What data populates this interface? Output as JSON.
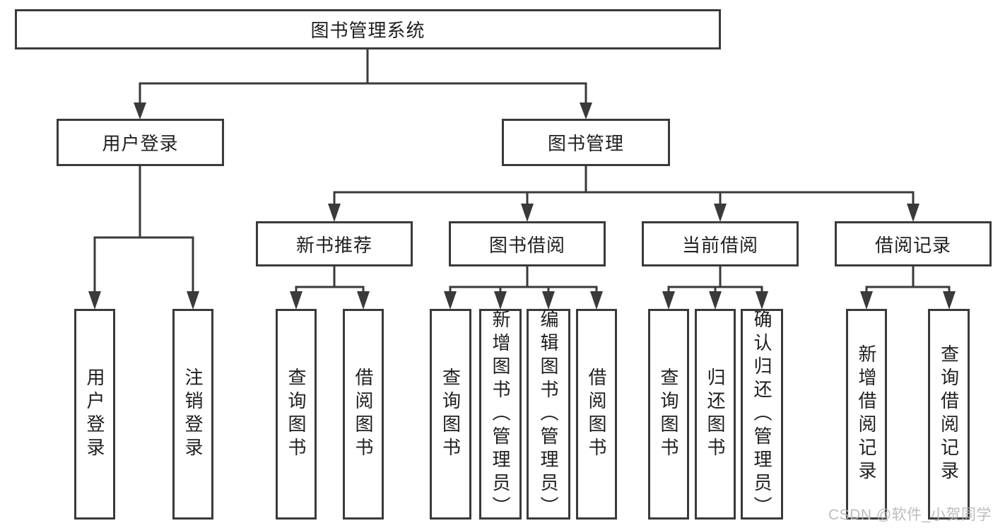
{
  "diagram": {
    "colors": {
      "line": "#3a3a3a",
      "box_border": "#3a3a3a",
      "text": "#1f1f1f",
      "background": "#ffffff",
      "watermark": "#b6b6b6"
    },
    "watermark": "CSDN @软件_小贺同学"
  },
  "tree": {
    "root": {
      "label": "图书管理系统",
      "children": [
        {
          "label": "用户登录",
          "children": [
            {
              "label": "用户登录"
            },
            {
              "label": "注销登录"
            }
          ]
        },
        {
          "label": "图书管理",
          "children": [
            {
              "label": "新书推荐",
              "children": [
                {
                  "label": "查询图书"
                },
                {
                  "label": "借阅图书"
                }
              ]
            },
            {
              "label": "图书借阅",
              "children": [
                {
                  "label": "查询图书"
                },
                {
                  "label": "新增图书（管理员）"
                },
                {
                  "label": "编辑图书（管理员）"
                },
                {
                  "label": "借阅图书"
                }
              ]
            },
            {
              "label": "当前借阅",
              "children": [
                {
                  "label": "查询图书"
                },
                {
                  "label": "归还图书"
                },
                {
                  "label": "确认归还（管理员）"
                }
              ]
            },
            {
              "label": "借阅记录",
              "children": [
                {
                  "label": "新增借阅记录"
                },
                {
                  "label": "查询借阅记录"
                }
              ]
            }
          ]
        }
      ]
    }
  }
}
